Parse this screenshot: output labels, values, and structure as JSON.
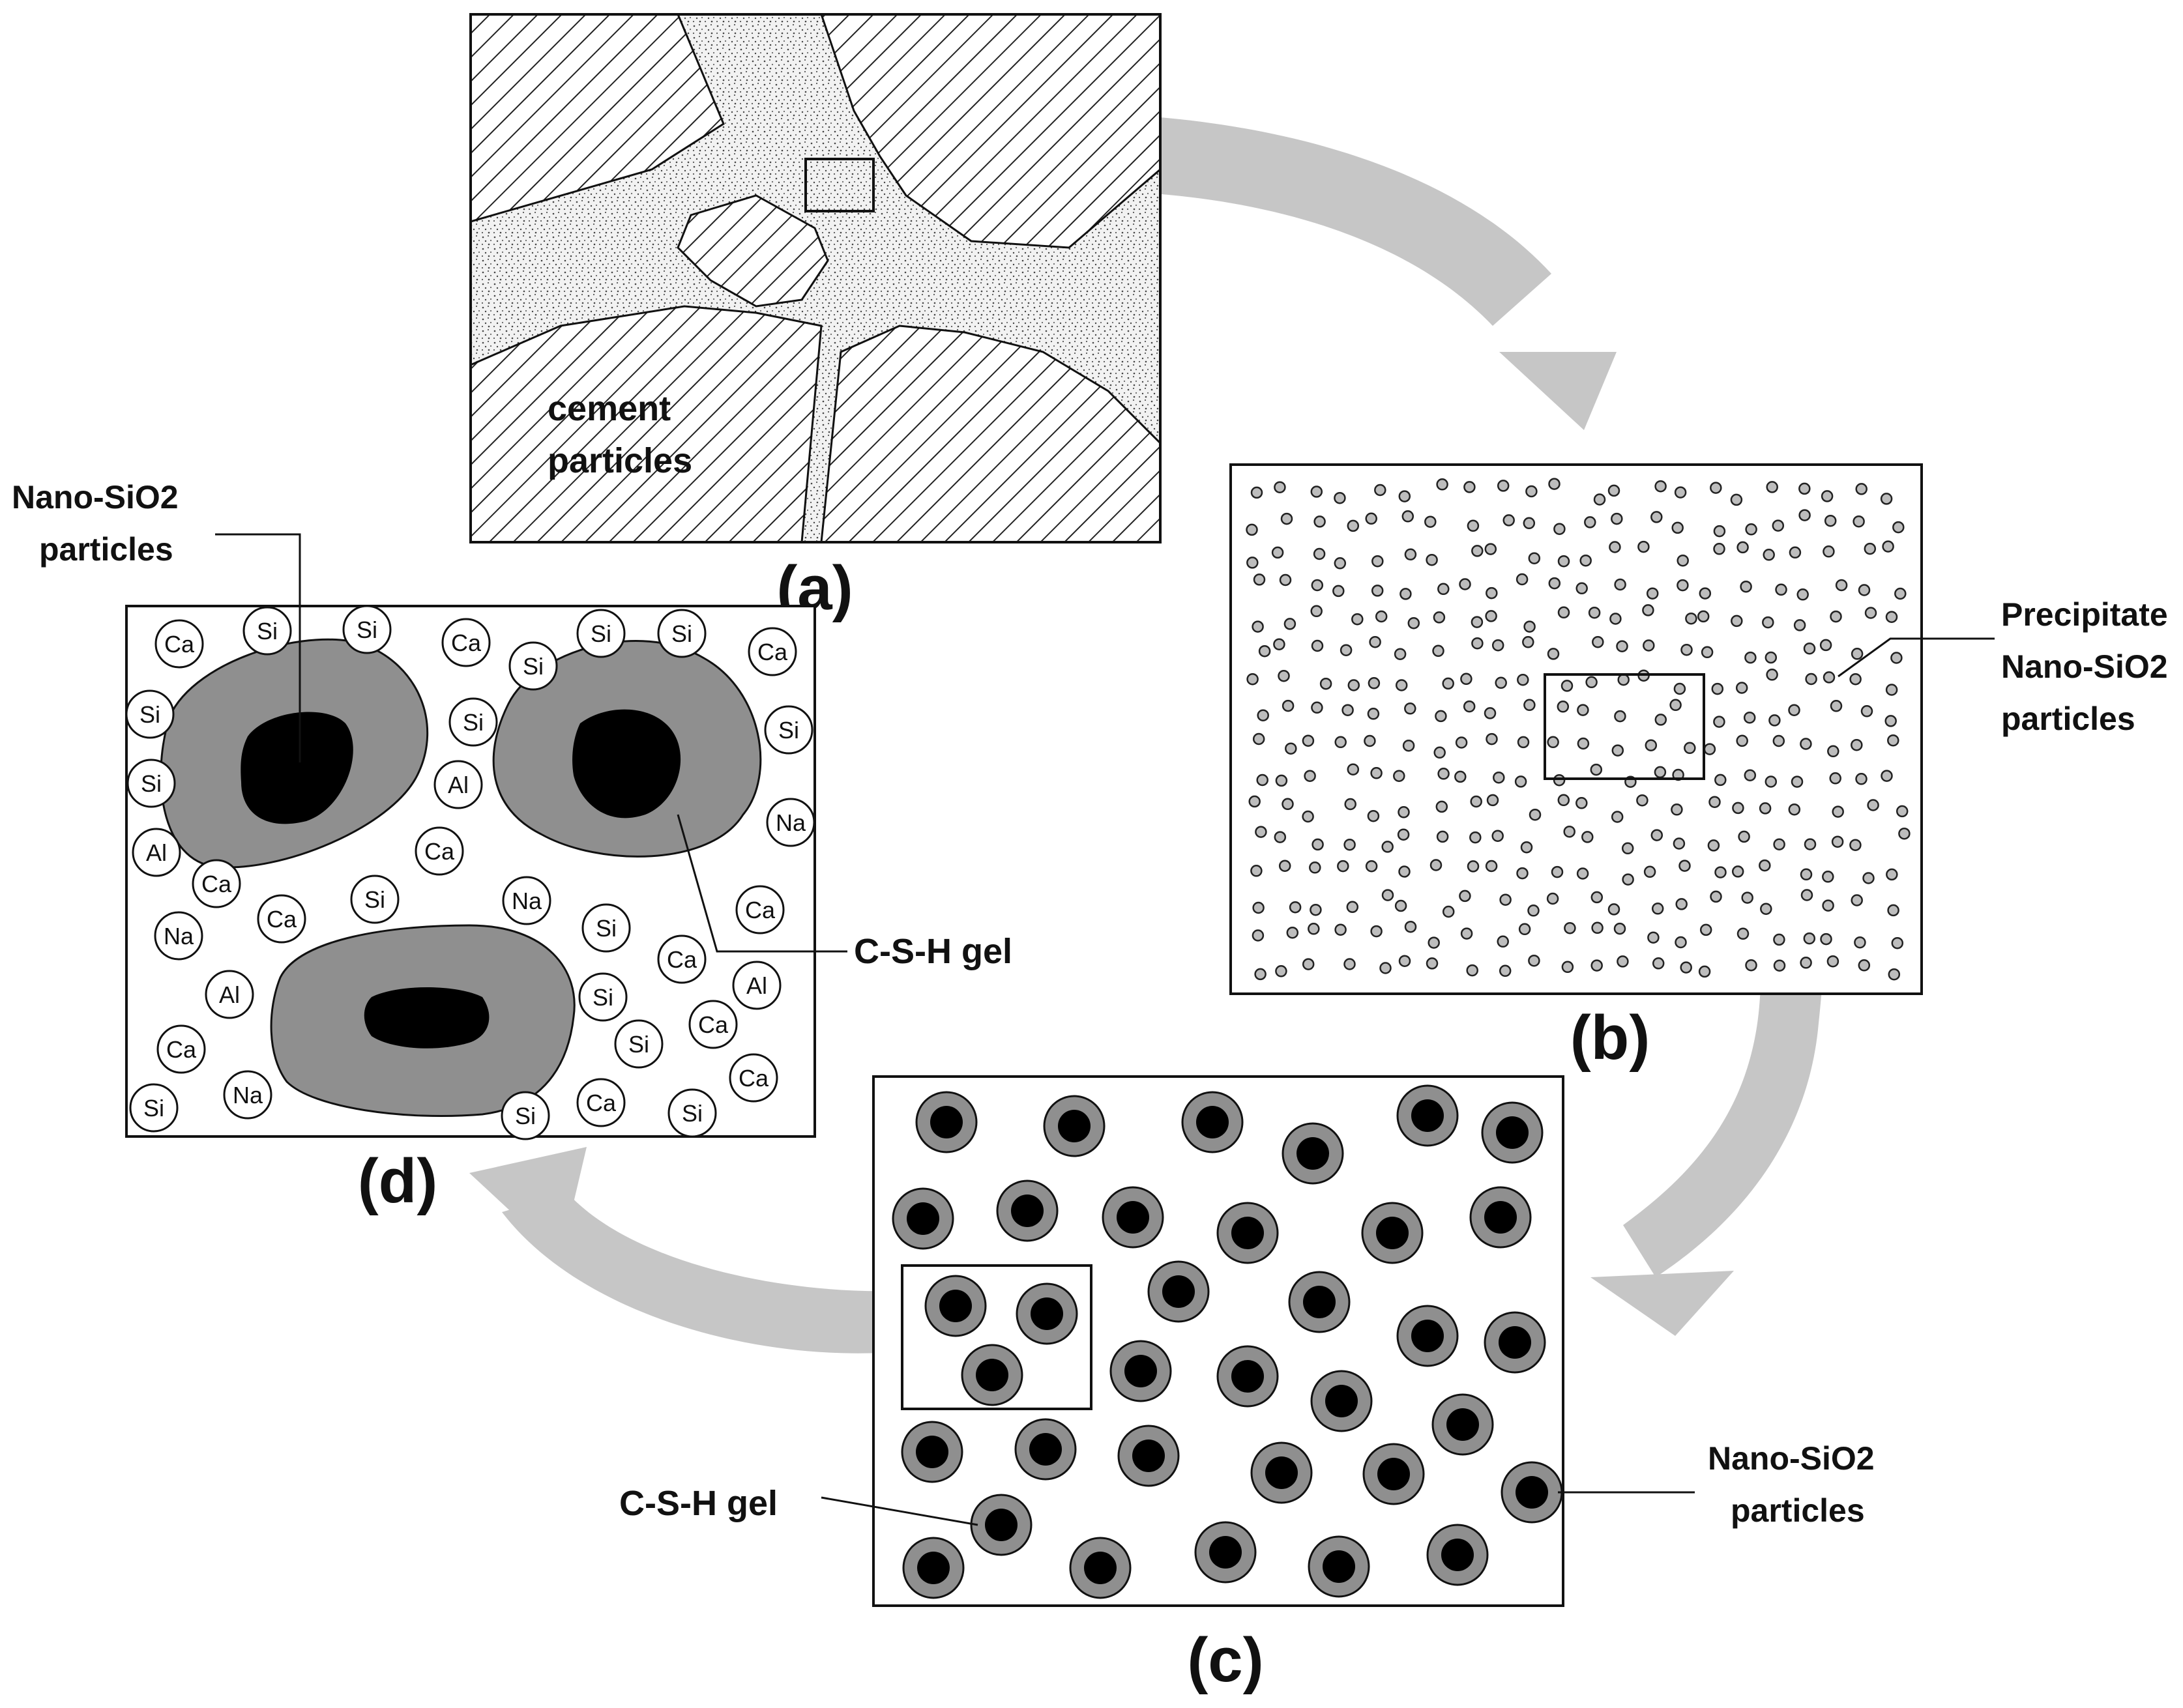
{
  "panels": {
    "a": {
      "label": "(a)",
      "cement_label_line1": "cement",
      "cement_label_line2": "particles"
    },
    "b": {
      "label": "(b)",
      "callout_line1": "Precipitate",
      "callout_line2": "Nano-SiO2",
      "callout_line3": "particles"
    },
    "c": {
      "label": "(c)",
      "csh_label": "C-S-H gel",
      "nano_line1": "Nano-SiO2",
      "nano_line2": "particles"
    },
    "d": {
      "label": "(d)",
      "nano_line1": "Nano-SiO2",
      "nano_line2": "particles",
      "csh_label": "C-S-H gel",
      "ions": [
        {
          "t": "Ca"
        },
        {
          "t": "Si"
        },
        {
          "t": "Si"
        },
        {
          "t": "Ca"
        },
        {
          "t": "Si"
        },
        {
          "t": "Si"
        },
        {
          "t": "Si"
        },
        {
          "t": "Ca"
        },
        {
          "t": "Si"
        },
        {
          "t": "Si"
        },
        {
          "t": "Si"
        },
        {
          "t": "Si"
        },
        {
          "t": "Al"
        },
        {
          "t": "Na"
        },
        {
          "t": "Ca"
        },
        {
          "t": "Al"
        },
        {
          "t": "Ca"
        },
        {
          "t": "Ca"
        },
        {
          "t": "Si"
        },
        {
          "t": "Na"
        },
        {
          "t": "Na"
        },
        {
          "t": "Si"
        },
        {
          "t": "Ca"
        },
        {
          "t": "Ca"
        },
        {
          "t": "Al"
        },
        {
          "t": "Si"
        },
        {
          "t": "Al"
        },
        {
          "t": "Ca"
        },
        {
          "t": "Si"
        },
        {
          "t": "Ca"
        },
        {
          "t": "Ca"
        },
        {
          "t": "Na"
        },
        {
          "t": "Si"
        },
        {
          "t": "Si"
        },
        {
          "t": "Ca"
        },
        {
          "t": "Si"
        }
      ]
    }
  },
  "colors": {
    "arrow": "#c6c6c6",
    "gel": "#8f8f8f",
    "core": "#000000",
    "hatch": "#222222",
    "stipple": "#555555"
  }
}
